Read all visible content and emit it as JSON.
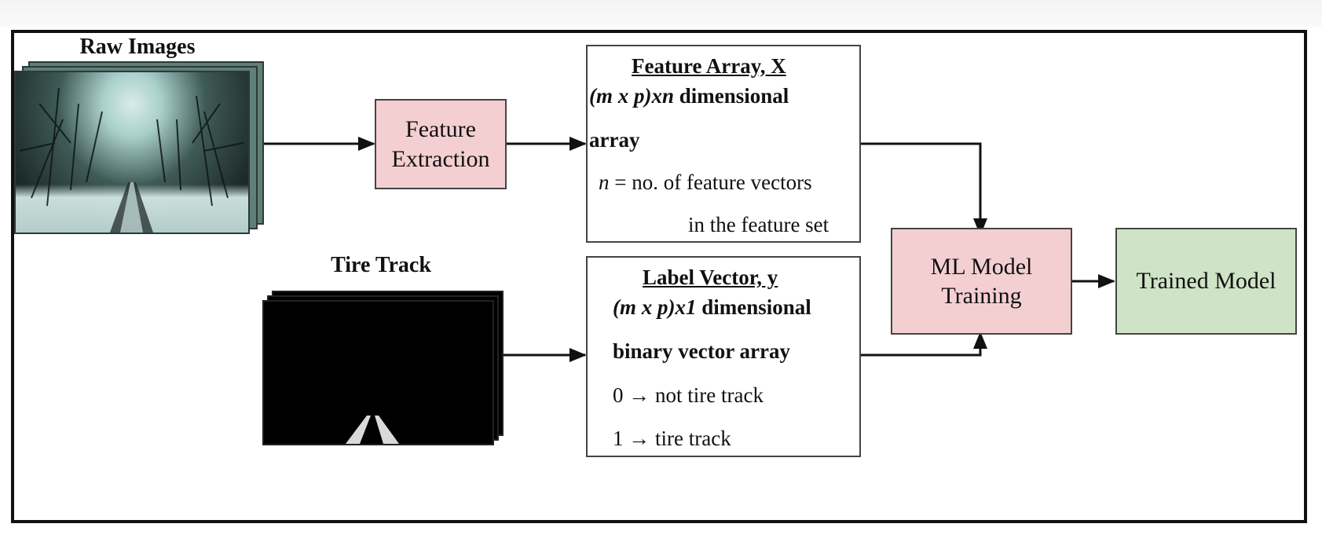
{
  "raw_images": {
    "title": "Raw Images"
  },
  "tire_track": {
    "title": "Tire Track"
  },
  "feature_extraction": {
    "line1": "Feature",
    "line2": "Extraction"
  },
  "feature_array": {
    "title": "Feature Array, X",
    "dims_italic": "(m x p)xn",
    "dims_rest": " dimensional",
    "line2": "array",
    "n_var": "n",
    "line3_rest": " = no. of feature vectors",
    "line4": "in the feature set"
  },
  "label_vector": {
    "title": "Label Vector, y",
    "dims_italic": "(m x p)x1",
    "dims_rest": " dimensional",
    "line2": "binary vector array",
    "line3": "0 → not tire track",
    "line4": "1 → tire track"
  },
  "ml_training": {
    "line1": "ML Model",
    "line2": "Training"
  },
  "trained_model": {
    "label": "Trained Model"
  },
  "colors": {
    "process_box": "#f4cfd2",
    "output_box": "#cfe3c6",
    "border": "#444444"
  }
}
